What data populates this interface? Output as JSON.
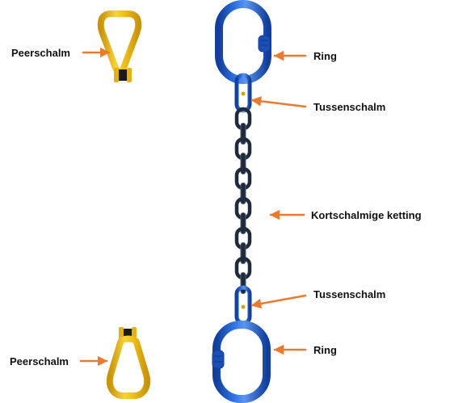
{
  "labels": {
    "peerschalm_top": "Peerschalm",
    "ring_top": "Ring",
    "tussenschalm_top": "Tussenschalm",
    "kortschalmige_ketting": "Kortschalmige ketting",
    "tussenschalm_bottom": "Tussenschalm",
    "ring_bottom": "Ring",
    "peerschalm_bottom": "Peerschalm"
  },
  "colors": {
    "ring_blue": "#1e5fd6",
    "ring_blue_dark": "#123f9c",
    "ring_blue_light": "#5b95f0",
    "chain_dark": "#1f2a3c",
    "chain_highlight": "#4a5a78",
    "link_gold": "#f2c21a",
    "link_gold_dark": "#c99409",
    "arrow_orange": "#ea7a2e",
    "label_text": "#111111"
  }
}
